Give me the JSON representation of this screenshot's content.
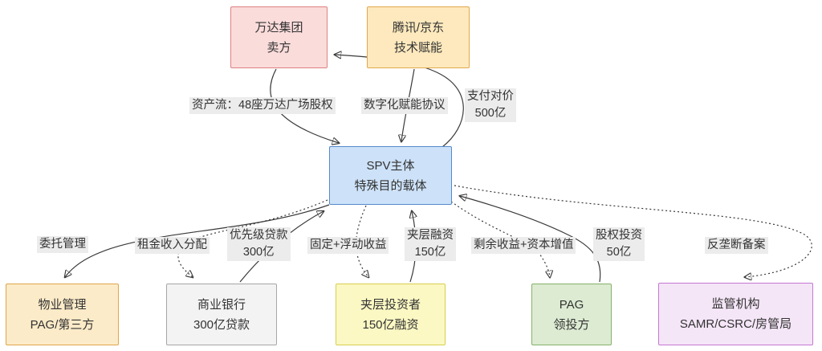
{
  "nodes": {
    "wanda": {
      "line1": "万达集团",
      "line2": "卖方"
    },
    "tencent": {
      "line1": "腾讯/京东",
      "line2": "技术赋能"
    },
    "spv": {
      "line1": "SPV主体",
      "line2": "特殊目的载体"
    },
    "property": {
      "line1": "物业管理",
      "line2": "PAG/第三方"
    },
    "bank": {
      "line1": "商业银行",
      "line2": "300亿贷款"
    },
    "mezzanine": {
      "line1": "夹层投资者",
      "line2": "150亿融资"
    },
    "pag": {
      "line1": "PAG",
      "line2": "领投方"
    },
    "regulator": {
      "line1": "监管机构",
      "line2": "SAMR/CSRC/房管局"
    }
  },
  "edges": {
    "asset_flow": {
      "label": "资产流：48座万达广场股权",
      "from": "wanda",
      "to": "spv",
      "style": "solid"
    },
    "digital_enable": {
      "label": "数字化赋能协议",
      "from": "tencent",
      "to": "spv",
      "style": "solid"
    },
    "payment": {
      "line1": "支付对价",
      "line2": "500亿",
      "from": "spv",
      "to": "wanda",
      "style": "solid"
    },
    "entrusted_mgmt": {
      "label": "委托管理",
      "from": "spv",
      "to": "property",
      "style": "solid"
    },
    "rental_income": {
      "label": "租金收入分配",
      "from": "spv",
      "to": "bank",
      "style": "dotted"
    },
    "senior_loan": {
      "line1": "优先级贷款",
      "line2": "300亿",
      "from": "bank",
      "to": "spv",
      "style": "solid"
    },
    "fixed_floating": {
      "label": "固定+浮动收益",
      "from": "spv",
      "to": "mezzanine",
      "style": "dotted"
    },
    "mezz_financing": {
      "line1": "夹层融资",
      "line2": "150亿",
      "from": "mezzanine",
      "to": "spv",
      "style": "solid"
    },
    "residual_income": {
      "label": "剩余收益+资本增值",
      "from": "spv",
      "to": "pag",
      "style": "dotted"
    },
    "equity_invest": {
      "line1": "股权投资",
      "line2": "50亿",
      "from": "pag",
      "to": "spv",
      "style": "solid"
    },
    "antitrust": {
      "label": "反垄断备案",
      "from": "spv",
      "to": "regulator",
      "style": "dotted"
    }
  },
  "colors": {
    "wanda_fill": "#fadcdb",
    "wanda_border": "#de8181",
    "tencent_fill": "#fde9bd",
    "tencent_border": "#e2a74e",
    "spv_fill": "#cde2f8",
    "spv_border": "#5589cc",
    "property_fill": "#fcebc8",
    "property_border": "#e0a54c",
    "bank_fill": "#f3f3f3",
    "bank_border": "#a6a6a6",
    "mezzanine_fill": "#fbf8c3",
    "mezzanine_border": "#d8cf4e",
    "pag_fill": "#dcebd2",
    "pag_border": "#86b26a",
    "regulator_fill": "#f4e5f7",
    "regulator_border": "#c47ad2",
    "edge": "#3a3a3a",
    "label_bg": "#ececec",
    "text": "#333333"
  }
}
